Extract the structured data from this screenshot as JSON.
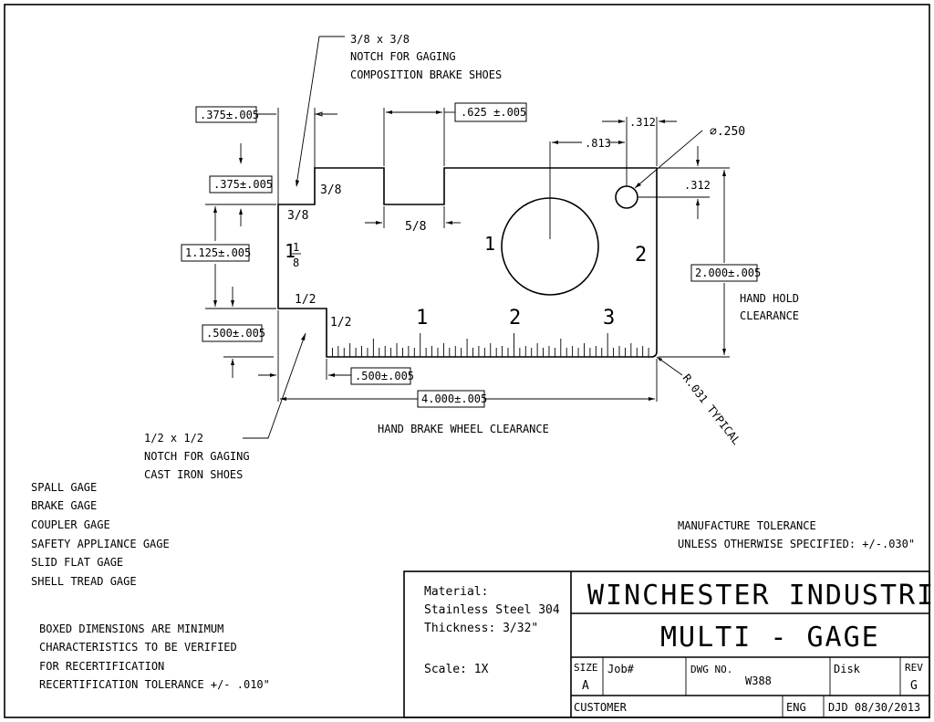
{
  "dimensions": {
    "top_notch_dim": ".375±.005",
    "left_notch_dim": ".375±.005",
    "slot_width": ".625 ±.005",
    "hole_x": ".813",
    "hole_edge_top": ".312",
    "hole_diameter": "∅.250",
    "hole_edge_side": ".312",
    "height_dim": "1.125±.005",
    "hand_hold_dim": "2.000±.005",
    "lower_notch_dim": ".500±.005",
    "bottom_notch_dim": ".500±.005",
    "length_dim": "4.000±.005",
    "radius_note": "R.031 TYPICAL"
  },
  "part_labels": {
    "notch_a": "3/8",
    "notch_b": "3/8",
    "slot": "5/8",
    "step_whole": "1",
    "step_num": "1",
    "step_den": "8",
    "half_a": "1/2",
    "half_b": "1/2",
    "one": "1",
    "two": "2"
  },
  "ruler_labels": [
    "1",
    "2",
    "3"
  ],
  "notes": {
    "top_callout": [
      "3/8 x 3/8",
      "NOTCH FOR GAGING",
      "COMPOSITION BRAKE SHOES"
    ],
    "bottom_callout": [
      "1/2 x 1/2",
      "NOTCH FOR GAGING",
      "CAST IRON SHOES"
    ],
    "hand_hold": [
      "HAND HOLD",
      "CLEARANCE"
    ],
    "hand_brake": "HAND BRAKE WHEEL CLEARANCE",
    "gage_list": [
      "SPALL GAGE",
      "BRAKE GAGE",
      "COUPLER GAGE",
      "SAFETY APPLIANCE GAGE",
      "SLID FLAT GAGE",
      "SHELL TREAD GAGE"
    ],
    "tolerance": [
      "MANUFACTURE TOLERANCE",
      "UNLESS OTHERWISE SPECIFIED: +/-.030\""
    ],
    "boxed": [
      "BOXED DIMENSIONS ARE MINIMUM",
      "CHARACTERISTICS TO BE VERIFIED",
      "FOR RECERTIFICATION",
      "RECERTIFICATION TOLERANCE +/- .010\""
    ]
  },
  "title_block": {
    "material": [
      "Material:",
      "Stainless Steel 304",
      "Thickness: 3/32\""
    ],
    "scale": "Scale: 1X",
    "company": "WINCHESTER INDUSTRIES INC.",
    "part_name": "MULTI - GAGE",
    "size_label": "SIZE",
    "size_value": "A",
    "job_label": "Job#",
    "dwg_label": "DWG NO.",
    "dwg_value": "W388",
    "disk_label": "Disk",
    "rev_label": "REV",
    "rev_value": "G",
    "customer_label": "CUSTOMER",
    "eng_label": "ENG",
    "eng_value": "DJD 08/30/2013"
  }
}
